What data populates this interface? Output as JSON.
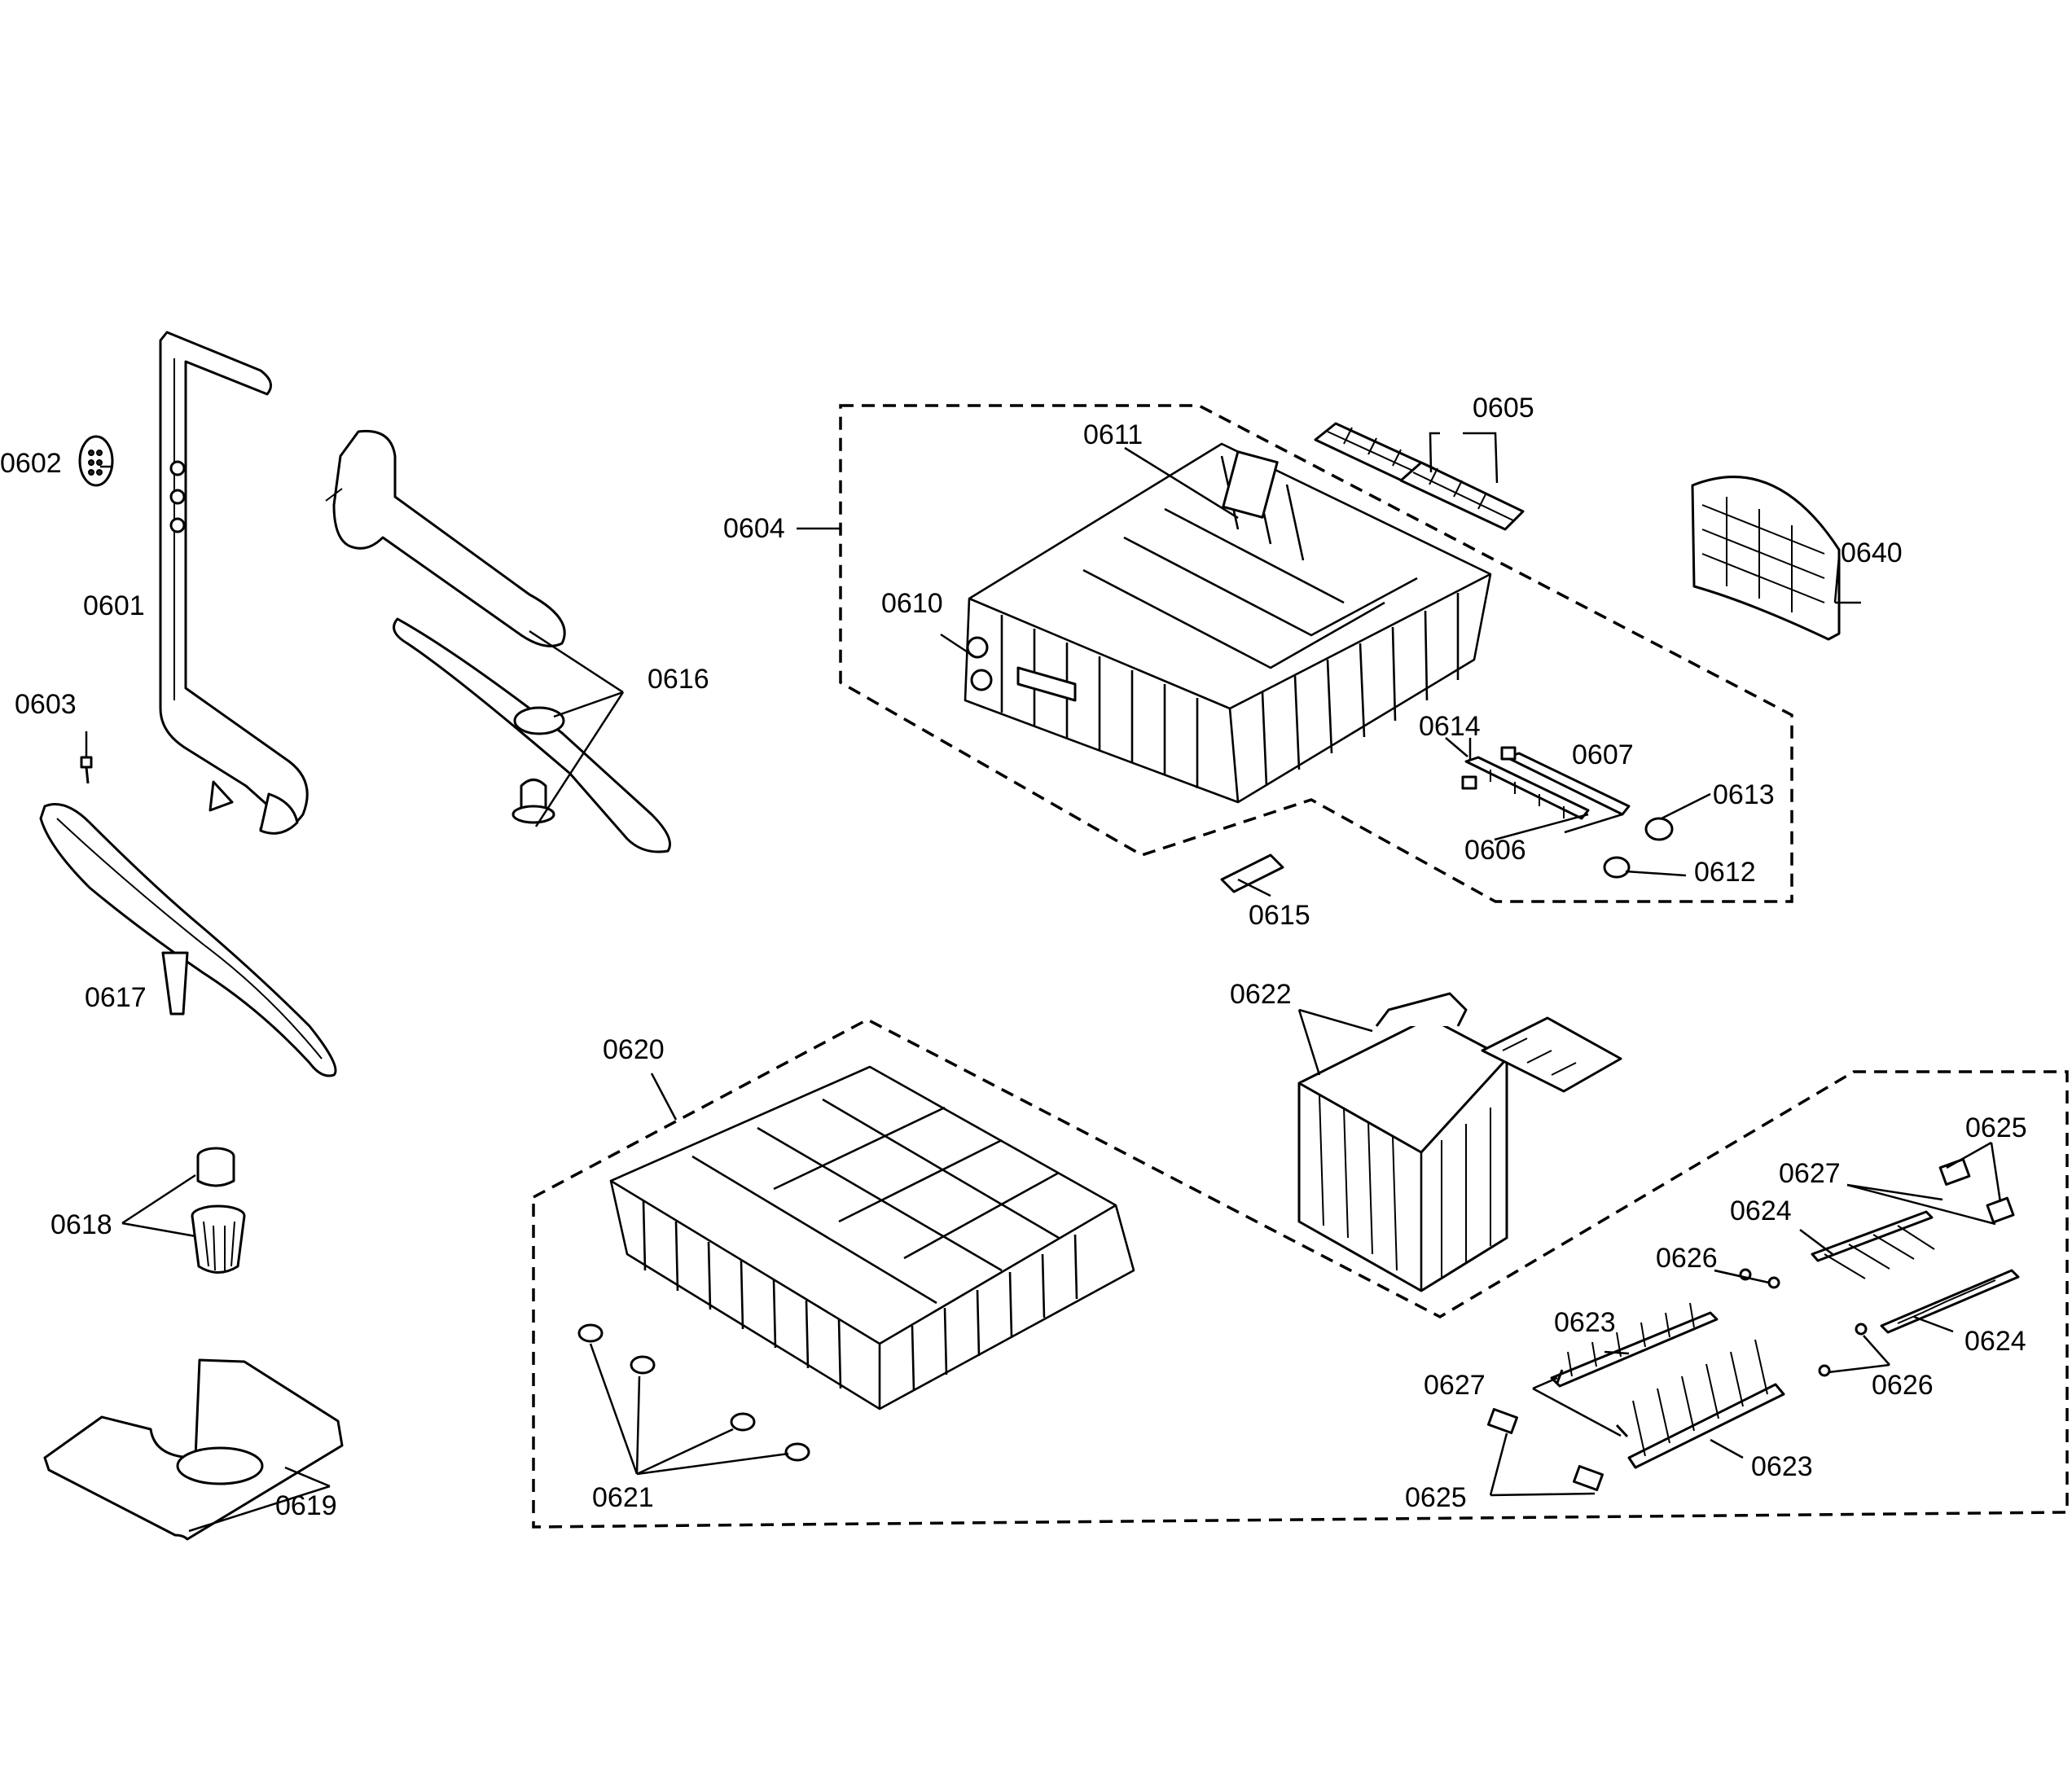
{
  "callouts": [
    {
      "id": "0601",
      "label": "0601"
    },
    {
      "id": "0602",
      "label": "0602"
    },
    {
      "id": "0603",
      "label": "0603"
    },
    {
      "id": "0604",
      "label": "0604"
    },
    {
      "id": "0605",
      "label": "0605"
    },
    {
      "id": "0606",
      "label": "0606"
    },
    {
      "id": "0607",
      "label": "0607"
    },
    {
      "id": "0610",
      "label": "0610"
    },
    {
      "id": "0611",
      "label": "0611"
    },
    {
      "id": "0612",
      "label": "0612"
    },
    {
      "id": "0613",
      "label": "0613"
    },
    {
      "id": "0614",
      "label": "0614"
    },
    {
      "id": "0615",
      "label": "0615"
    },
    {
      "id": "0616",
      "label": "0616"
    },
    {
      "id": "0617",
      "label": "0617"
    },
    {
      "id": "0618",
      "label": "0618"
    },
    {
      "id": "0619",
      "label": "0619"
    },
    {
      "id": "0620",
      "label": "0620"
    },
    {
      "id": "0621",
      "label": "0621"
    },
    {
      "id": "0622",
      "label": "0622"
    },
    {
      "id": "0623a",
      "label": "0623"
    },
    {
      "id": "0623b",
      "label": "0623"
    },
    {
      "id": "0624a",
      "label": "0624"
    },
    {
      "id": "0624b",
      "label": "0624"
    },
    {
      "id": "0625a",
      "label": "0625"
    },
    {
      "id": "0625b",
      "label": "0625"
    },
    {
      "id": "0626a",
      "label": "0626"
    },
    {
      "id": "0626b",
      "label": "0626"
    },
    {
      "id": "0627a",
      "label": "0627"
    },
    {
      "id": "0627b",
      "label": "0627"
    },
    {
      "id": "0640",
      "label": "0640"
    }
  ]
}
